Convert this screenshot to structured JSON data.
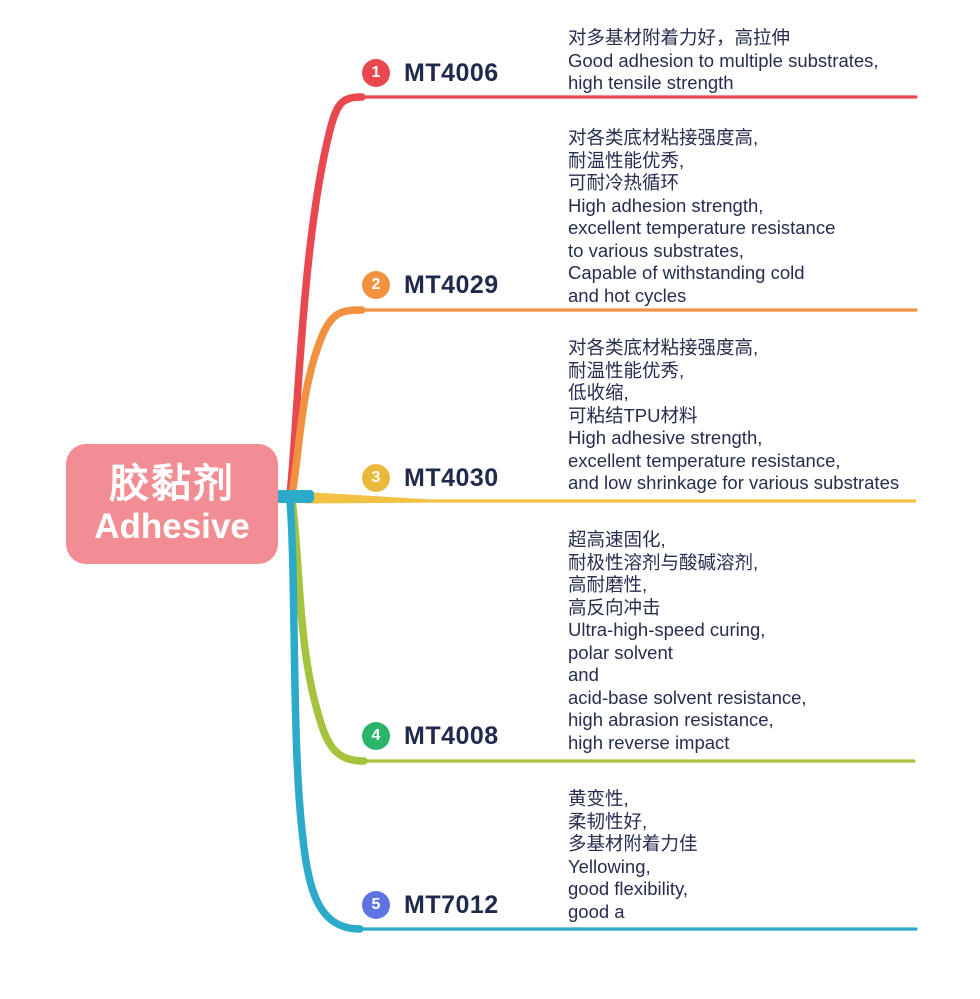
{
  "root": {
    "label_zh": "胶黏剂",
    "label_en": "Adhesive",
    "color": "#F28E93",
    "text_color": "#FFFFFF"
  },
  "text_color": "#252E4F",
  "label_color": "#1F2A4D",
  "branches": [
    {
      "num": "1",
      "label": "MT4006",
      "circle_color": "#E8484E",
      "line_color": "#E8484E",
      "lines": [
        "对多基材附着力好，高拉伸",
        "Good adhesion to multiple substrates,",
        "high tensile strength"
      ]
    },
    {
      "num": "2",
      "label": "MT4029",
      "circle_color": "#F29140",
      "line_color": "#F29140",
      "lines": [
        "对各类底材粘接强度高,",
        "耐温性能优秀,",
        "可耐冷热循环",
        "High adhesion strength,",
        "excellent temperature resistance",
        "to various substrates,",
        "Capable of withstanding cold",
        "and hot cycles"
      ]
    },
    {
      "num": "3",
      "label": "MT4030",
      "circle_color": "#E9BA3B",
      "line_color": "#F2C244",
      "lines": [
        "对各类底材粘接强度高,",
        "耐温性能优秀,",
        "低收缩,",
        "可粘结TPU材料",
        "High adhesive strength,",
        "excellent temperature resistance,",
        "and low shrinkage for various substrates"
      ]
    },
    {
      "num": "4",
      "label": "MT4008",
      "circle_color": "#29B56A",
      "line_color": "#A6C33E",
      "lines": [
        "超高速固化,",
        "耐极性溶剂与酸碱溶剂,",
        "高耐磨性,",
        "高反向冲击",
        "Ultra-high-speed curing,",
        "polar solvent",
        "and",
        "acid-base solvent resistance,",
        "high abrasion resistance,",
        "high reverse impact"
      ]
    },
    {
      "num": "5",
      "label": "MT7012",
      "circle_color": "#5F73E1",
      "line_color": "#2BAAC9",
      "lines": [
        "黄变性,",
        "柔韧性好,",
        "多基材附着力佳",
        "Yellowing,",
        "good flexibility,",
        "good a"
      ]
    }
  ]
}
